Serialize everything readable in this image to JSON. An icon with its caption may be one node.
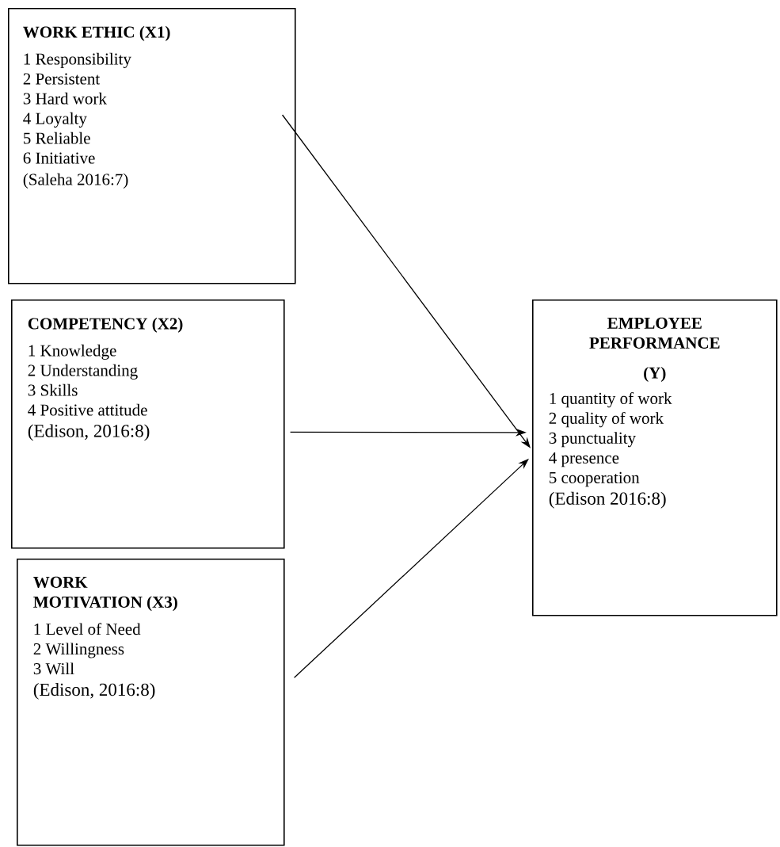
{
  "diagram": {
    "nodes": [
      {
        "text": [
          "WORK ETHIC (X1)",
          "1 Responsibility",
          "2 Persistent",
          "3 Hard work",
          "4 Loyalty",
          "5 Reliable",
          "6 Initiative",
          "(Saleha 2016:7)"
        ]
      },
      {
        "text": [
          "COMPETENCY (X2)",
          "1 Knowledge",
          "2 Understanding",
          "3 Skills",
          "4 Positive attitude",
          "(Edison, 2016:8)"
        ]
      },
      {
        "text": [
          "WORK MOTIVATION (X3)",
          "1 Level of Need",
          "2 Willingness",
          "3 Will",
          "(Edison, 2016:8)"
        ]
      },
      {
        "text": [
          "EMPLOYEE PERFORMANCE",
          "(Y)",
          "1 quantity of work",
          "2 quality of work",
          "3 punctuality",
          "4 presence",
          "5 cooperation",
          "(Edison 2016:8)"
        ]
      }
    ],
    "edges": [
      {
        "from": 0,
        "to": 3,
        "arrow": "to"
      },
      {
        "from": 1,
        "to": 3,
        "arrow": "to"
      },
      {
        "from": 2,
        "to": 3,
        "arrow": "to"
      }
    ]
  }
}
